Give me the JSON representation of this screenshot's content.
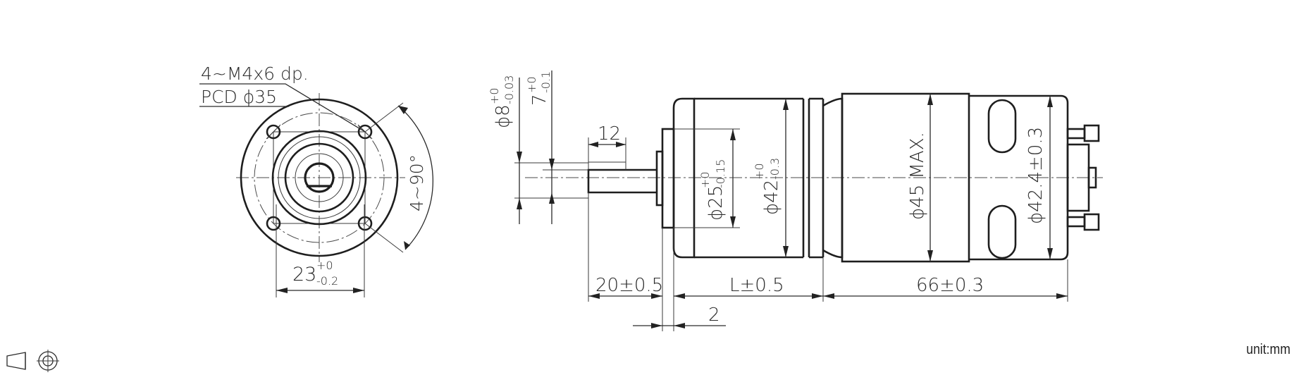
{
  "front_view": {
    "hole_note_line1": "4~M4x6 dp.",
    "hole_note_line2": "PCD ϕ35",
    "angle_label": "4~90°",
    "pilot_dia_base": "23",
    "pilot_dia_upper": "+0",
    "pilot_dia_lower": "-0.2"
  },
  "side_view": {
    "shaft_dia_base": "ϕ8",
    "shaft_dia_upper": "+0",
    "shaft_dia_lower": "-0.03",
    "flat_base": "7",
    "flat_upper": "+0",
    "flat_lower": "-0.1",
    "key_length": "12",
    "boss_dia_base": "ϕ25",
    "boss_dia_upper": "+0",
    "boss_dia_lower": "-0.15",
    "gearbox_dia_base": "ϕ42",
    "gearbox_dia_upper": "+0",
    "gearbox_dia_lower": "-0.3",
    "motor_dia": "ϕ45 MAX.",
    "endcap_dia": "ϕ42.4±0.3",
    "shaft_length": "20±0.5",
    "gearbox_length": "L±0.5",
    "motor_length": "66±0.3",
    "boss_thickness": "2"
  },
  "projection_symbol": "first-angle-projection-icon",
  "unit_label": "unit:mm"
}
